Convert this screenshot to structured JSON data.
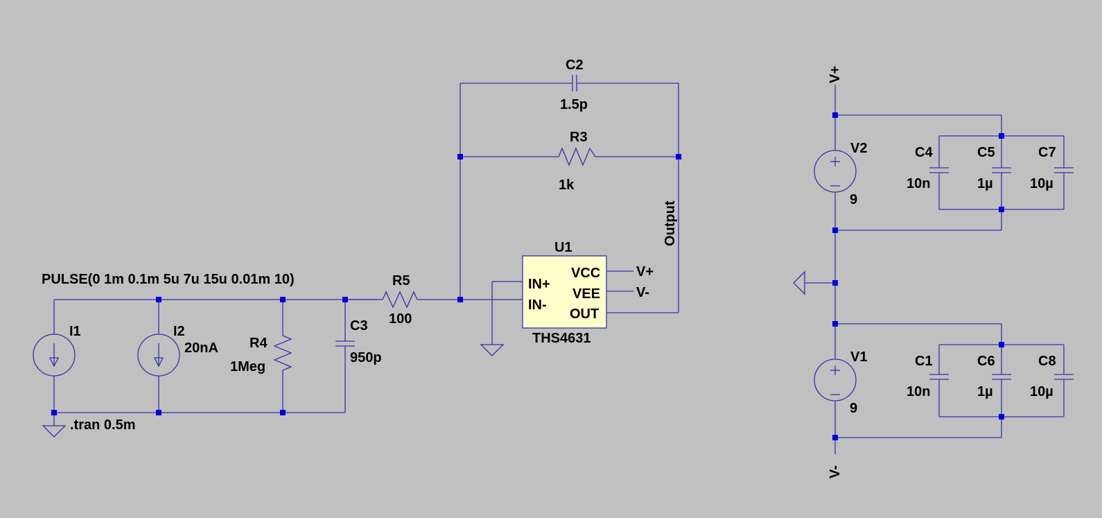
{
  "source": {
    "pulse": "PULSE(0 1m 0.1m 5u 7u 15u 0.01m 10)",
    "tran": ".tran 0.5m"
  },
  "components": {
    "I1": {
      "name": "I1"
    },
    "I2": {
      "name": "I2",
      "value": "20nA"
    },
    "R4": {
      "name": "R4",
      "value": "1Meg"
    },
    "C3": {
      "name": "C3",
      "value": "950p"
    },
    "R5": {
      "name": "R5",
      "value": "100"
    },
    "C2": {
      "name": "C2",
      "value": "1.5p"
    },
    "R3": {
      "name": "R3",
      "value": "1k"
    },
    "U1": {
      "name": "U1",
      "model": "THS4631",
      "pins": {
        "inp": "IN+",
        "inn": "IN-",
        "vcc": "VCC",
        "vee": "VEE",
        "out": "OUT"
      }
    },
    "V2": {
      "name": "V2",
      "value": "9"
    },
    "V1": {
      "name": "V1",
      "value": "9"
    },
    "C4": {
      "name": "C4",
      "value": "10n"
    },
    "C5": {
      "name": "C5",
      "value": "1µ"
    },
    "C7": {
      "name": "C7",
      "value": "10µ"
    },
    "C1": {
      "name": "C1",
      "value": "10n"
    },
    "C6": {
      "name": "C6",
      "value": "1µ"
    },
    "C8": {
      "name": "C8",
      "value": "10µ"
    }
  },
  "nets": {
    "vplus": "V+",
    "vminus": "V-",
    "output": "Output"
  },
  "colors": {
    "background": "#c0c0c0",
    "wire": "#3333aa",
    "junction": "#0000dd",
    "opamp_fill": "#ffffcc"
  }
}
